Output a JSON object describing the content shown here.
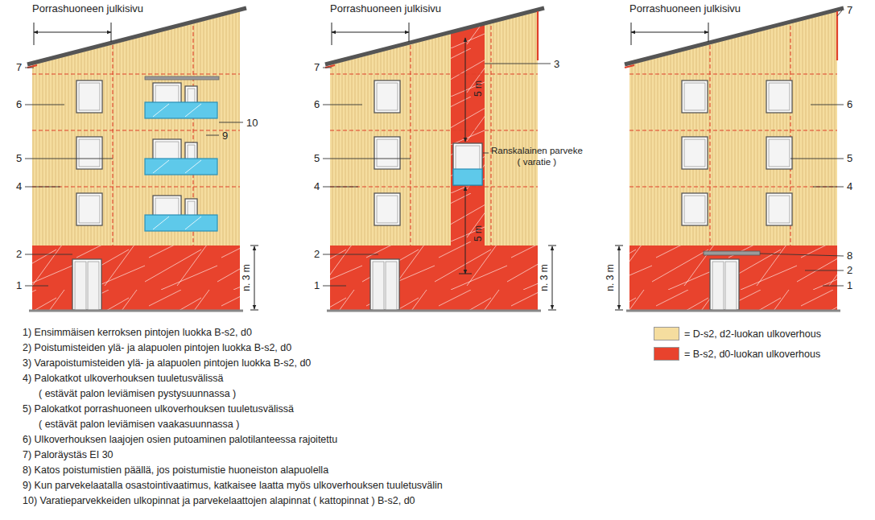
{
  "diagram": {
    "labels": [
      "Porrashuoneen julkisivu",
      "Porrashuoneen julkisivu",
      "Porrashuoneen julkisivu",
      "7",
      "7",
      "6",
      "10",
      "5",
      "9",
      "4",
      "2",
      "1",
      "n. 3 m",
      "7",
      "3",
      "6",
      "5",
      "5 m",
      "Ranskalainen parveke ( varatie )",
      "4",
      "5 m",
      "2",
      "1",
      "n. 3 m",
      "6",
      "5",
      "4",
      "n. 3 m",
      "8",
      "2",
      "1",
      "1) Ensimmäisen kerroksen pintojen luokka B-s2, d0",
      "2) Poistumisteiden ylä- ja alapuolen pintojen luokka B-s2, d0",
      "3) Varapoistumisteiden ylä- ja alapuolen pintojen luokka B-s2, d0",
      "4) Palokatkot ulkoverhouksen tuuletusvälissä ( estävät palon leviämisen pystysuunnassa )",
      "5) Palokatkot porrashuoneen ulkoverhouksen tuuletusvälissä ( estävät palon leviämisen vaakasuunnassa )",
      "6) Ulkoverhouksen laajojen osien putoaminen palotilanteessa rajoitettu",
      "7) Paloräystäs EI 30",
      "8) Katos poistumistien päällä, jos poistumistie huoneiston alapuolella",
      "9) Kun parvekelaatalla osastointivaatimus, katkaisee laatta myös ulkoverhouksen tuuletusvälin",
      "10) Varatieparvekkeiden ulkopinnat ja parvekelaattojen alapinnat ( kattopinnat ) B-s2, d0"
    ],
    "legend": [
      {
        "text": "= D-s2, d2-luokan ulkoverhous",
        "color": "#f5dd9f"
      },
      {
        "text": "= B-s2, d0-luokan ulkoverhous",
        "color": "#e8432d"
      }
    ]
  }
}
